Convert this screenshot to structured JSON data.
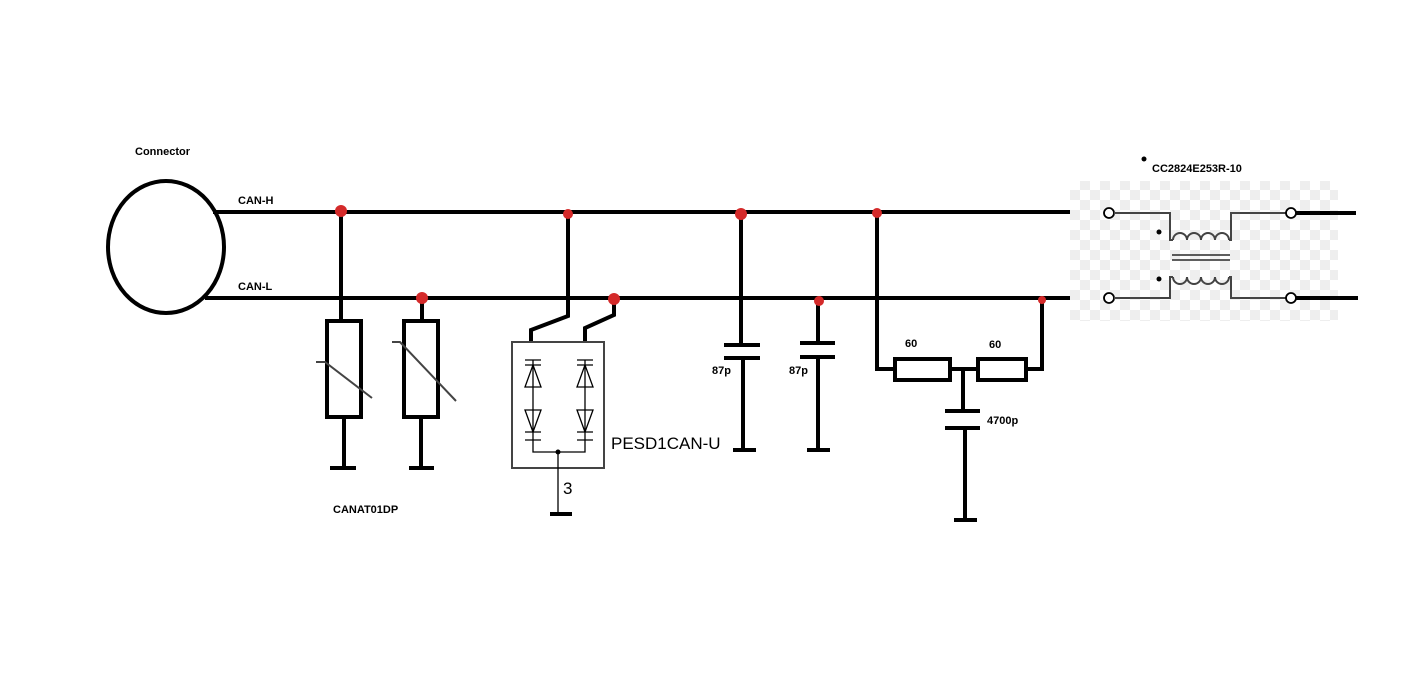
{
  "labels": {
    "connector": "Connector",
    "can_h": "CAN-H",
    "can_l": "CAN-L",
    "varistor_part": "CANAT01DP",
    "esd_part": "PESD1CAN-U",
    "esd_pin": "3",
    "cap1": "87p",
    "cap2": "87p",
    "res1": "60",
    "res2": "60",
    "cap_split": "4700p",
    "choke_part": "CC2824E253R-10"
  },
  "colors": {
    "wire": "#000000",
    "junction": "#d42a2a",
    "choke_checker": "#eeeeee"
  }
}
